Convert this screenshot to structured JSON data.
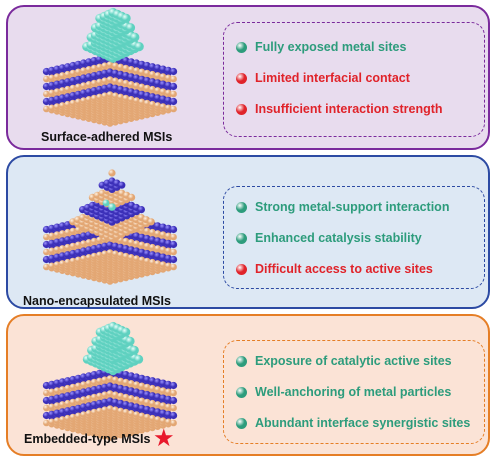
{
  "colors": {
    "positive": "#2d9c7c",
    "negative": "#e0232a",
    "sphere_metal": "#5fd1c0",
    "sphere_support_blue": "#3b2fb8",
    "sphere_support_orange": "#e3a774",
    "star": "#e8192c"
  },
  "panels": [
    {
      "caption": "Surface-adhered MSIs",
      "background": "#e8dcee",
      "border_color": "#7a2a9c",
      "structure": "surface-adhered",
      "items": [
        {
          "text": "Fully exposed metal sites",
          "status": "positive"
        },
        {
          "text": "Limited interfacial contact",
          "status": "negative"
        },
        {
          "text": "Insufficient interaction strength",
          "status": "negative"
        }
      ]
    },
    {
      "caption": "Nano-encapsulated MSIs",
      "background": "#dde8f4",
      "border_color": "#2c4aa3",
      "structure": "nano-encapsulated",
      "items": [
        {
          "text": "Strong metal-support interaction",
          "status": "positive"
        },
        {
          "text": "Enhanced catalysis stability",
          "status": "positive"
        },
        {
          "text": "Difficult access to active sites",
          "status": "negative"
        }
      ]
    },
    {
      "caption": "Embedded-type MSIs",
      "background": "#fbe3d6",
      "border_color": "#e57e26",
      "structure": "embedded",
      "highlight": "star",
      "items": [
        {
          "text": "Exposure of catalytic active sites",
          "status": "positive"
        },
        {
          "text": "Well-anchoring of metal particles",
          "status": "positive"
        },
        {
          "text": "Abundant interface synergistic sites",
          "status": "positive"
        }
      ]
    }
  ]
}
